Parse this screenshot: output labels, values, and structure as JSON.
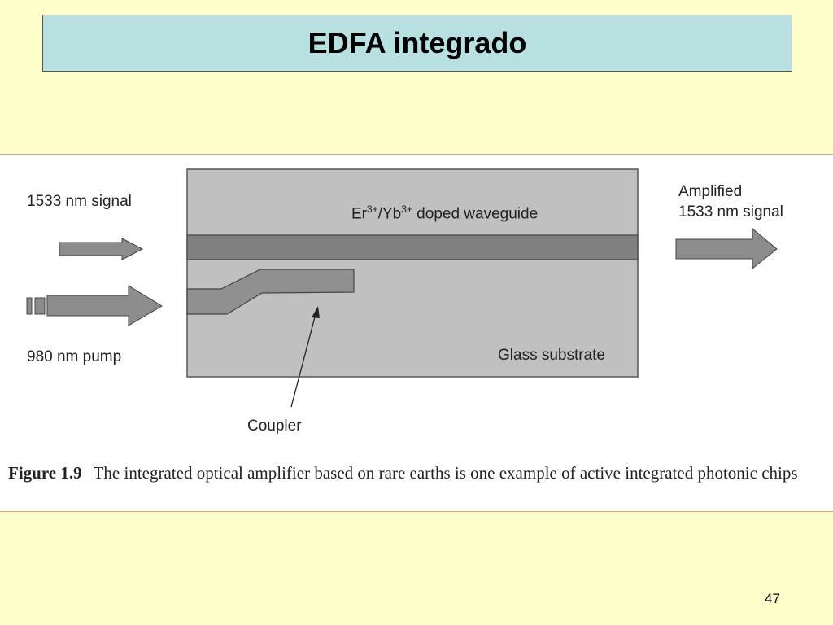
{
  "slide": {
    "title": "EDFA integrado",
    "page_number": "47"
  },
  "figure": {
    "input_signal_label": "1533 nm signal",
    "pump_label": "980 nm pump",
    "output_label_line1": "Amplified",
    "output_label_line2": "1533 nm signal",
    "waveguide_label": {
      "base1": "Er",
      "sup1": "3+",
      "base2": "/Yb",
      "sup2": "3+",
      "rest": " doped waveguide"
    },
    "substrate_label": "Glass substrate",
    "coupler_label": "Coupler",
    "caption_figure": "Figure 1.9",
    "caption_text": "The integrated optical amplifier based on rare earths is one example of active integrated photonic chips"
  },
  "colors": {
    "background": "#ffffcc",
    "title_box": "#b8e0e0",
    "substrate": "#c0c0c0",
    "waveguide": "#808080",
    "arrow_fill": "#8c8c8c"
  }
}
